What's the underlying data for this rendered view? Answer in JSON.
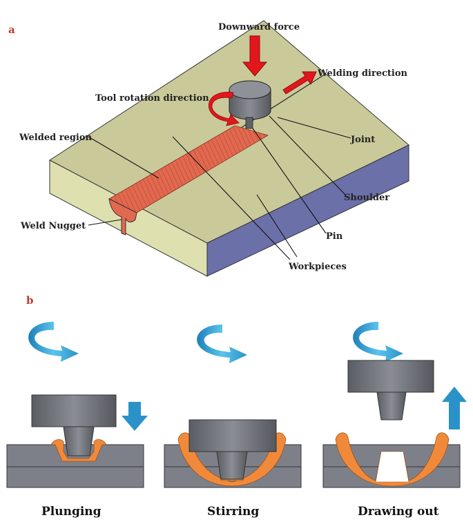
{
  "panel_a": {
    "letter": "a",
    "labels": {
      "downward_force": "Downward force",
      "welding_direction": "Welding direction",
      "tool_rotation": "Tool rotation direction",
      "welded_region": "Welded region",
      "joint": "Joint",
      "shoulder": "Shoulder",
      "weld_nugget": "Weld Nugget",
      "pin": "Pin",
      "workpieces": "Workpieces"
    }
  },
  "panel_b": {
    "letter": "b",
    "stages": [
      {
        "label": "Plunging"
      },
      {
        "label": "Stirring"
      },
      {
        "label": "Drawing out"
      }
    ]
  },
  "colors": {
    "plate_top": "#c9c99a",
    "plate_front": "#dfe0b0",
    "plate_side": "#6b70a8",
    "weld": "#e0694f",
    "arrow_red": "#e3161b",
    "tool": "#6a6d73",
    "rotation_blue": "#3ba9dc",
    "stir_orange": "#f08a3a",
    "base_plate": "#7d8088"
  },
  "icons": {
    "force_arrow": "arrow-down-icon",
    "direction_arrow": "arrow-right-icon",
    "rotation": "rotation-arrow-icon",
    "plunge": "arrow-down-icon",
    "withdraw": "arrow-up-icon"
  }
}
